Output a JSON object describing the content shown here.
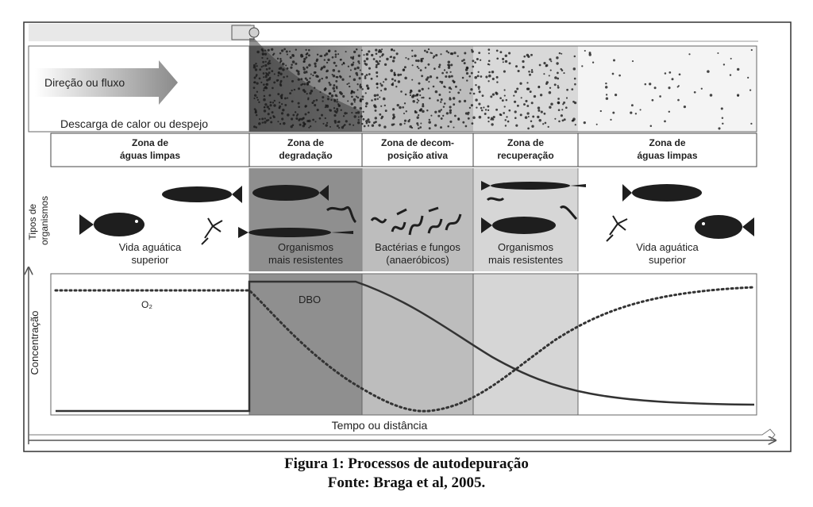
{
  "diagram": {
    "flow_label": "Direção ou fluxo",
    "discharge_label": "Descarga de calor ou despejo",
    "side_label_organisms": [
      "Tipos de",
      "organismos"
    ],
    "side_label_concentration": "Concentração",
    "x_axis_label": "Tempo ou distância",
    "o2_label": "O₂",
    "dbo_label": "DBO",
    "zones": [
      {
        "title": [
          "Zona de",
          "águas limpas"
        ],
        "organisms": [
          "Vida aguática",
          "superior"
        ]
      },
      {
        "title": [
          "Zona de",
          "degradação"
        ],
        "organisms": [
          "Organismos",
          "mais resistentes"
        ]
      },
      {
        "title": [
          "Zona de decom-",
          "posição ativa"
        ],
        "organisms": [
          "Bactérias e fungos",
          "(anaeróbicos)"
        ]
      },
      {
        "title": [
          "Zona de",
          "recuperação"
        ],
        "organisms": [
          "Organismos",
          "mais resistentes"
        ]
      },
      {
        "title": [
          "Zona de",
          "águas limpas"
        ],
        "organisms": [
          "Vida aguática",
          "superior"
        ]
      }
    ],
    "zone_colors": [
      "#ffffff",
      "#8f8f8f",
      "#bdbdbd",
      "#d6d6d6",
      "#ffffff"
    ]
  },
  "caption": {
    "title": "Figura 1: Processos de autodepuração",
    "source": "Fonte: Braga et al, 2005."
  }
}
